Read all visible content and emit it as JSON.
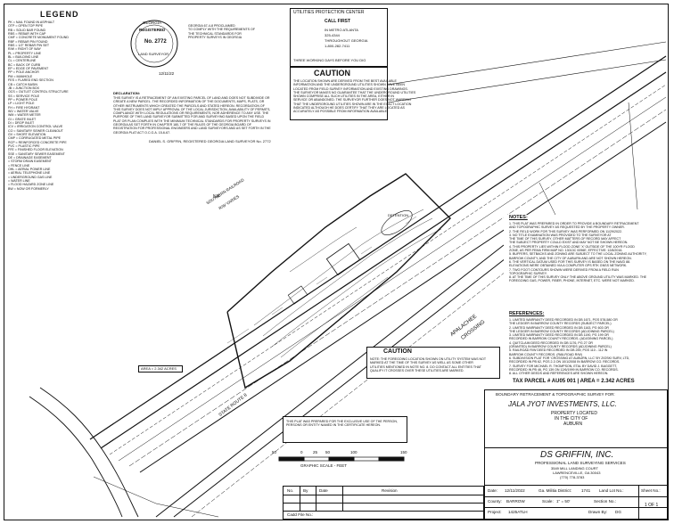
{
  "legend": {
    "title": "LEGEND",
    "items": [
      "PK = NAIL FOUND IN ASPHALT",
      "OTP = OPEN TOP PIPE",
      "RB = SOLID BAR FOUND",
      "RBS = REBAR WITH CAP",
      "CMF = CONCRETE MONUMENT FOUND",
      "RBF = REBAR PIN FOUND",
      "RBS = 1/2\" REBAR PIN SET",
      "R/W = RIGHT OF WAY",
      "PL = PROPERTY LINE",
      "BL = BUILDING LINE",
      "CL = CENTERLINE",
      "BC = BACK OF CURB",
      "EP = EDGE OF PAVEMENT",
      "PP = POLE ANCHOR",
      "PM = MANHOLE",
      "FES = FLARED END SECTION",
      "CB = CATCH BASIN",
      "JB = JUNCTION BOX",
      "OCS = OUTLET CONTROL STRUCTURE",
      "SS = SERVICE POLE",
      "PP = POWER POLE",
      "LP = LIGHT POLE",
      "FH = FIRE HYDRANT",
      "WV = WATER VALVE",
      "WM = WATER METER",
      "GI = GRATE INLET",
      "DI = DROP INLET",
      "ICV = IRRIGATION CONTROL VALVE",
      "CO = SANITARY SEWER CLEANOUT",
      "GV = SHORT ELEVATION",
      "CMP = CORRUGATED METAL PIPE",
      "RCP = REINFORCED CONCRETE PIPE",
      "PVC = PLASTIC PIPE",
      "FFE = FINISHED FLOOR ELEVATION",
      "SSE = SANITARY SEWER EASEMENT",
      "DE = DRAINAGE EASEMENT",
      "= STORM DRAIN EASEMENT",
      "= FENCE LINE",
      "OHL = AERIAL POWER LINE",
      "= AERIAL TELEPHONE LINE",
      "= UNDERGROUND GAS LINE",
      "= WATER LINE",
      "= FLOOD HAZARD ZONE LINE",
      "BW = NOW OR FORMERLY"
    ]
  },
  "seal": {
    "state": "GEORGIA",
    "registered": "REGISTERED",
    "number": "No. 2772",
    "title": "LAND SURVEYOR",
    "date": "12/11/22"
  },
  "upc": {
    "title": "UTILITIES PROTECTION CENTER",
    "subtitle": "CALL FIRST",
    "line1": "IN METRO ATLANTA",
    "phone1": "325-4344",
    "line2": "THROUGHOUT GEORGIA",
    "phone2": "1-800-282-7411",
    "footer": "THREE WORKING DAYS BEFORE YOU DIG"
  },
  "caution_top": {
    "title": "CAUTION",
    "text": [
      "THE LOCATION SHOWN ARE DERIVED FROM THE BEST AVAILABLE",
      "INFORMATION AND THE UNDERGROUND UTILITIES SHOWN HAVE BEEN",
      "LOCATED FROM FIELD SURVEY INFORMATION AND EXISTING DRAWINGS.",
      "THE SURVEYOR MAKES NO GUARANTEE THAT THE UNDERGROUND UTILITIES",
      "SHOWN COMPRISE ALL SUCH UTILITIES IN THE AREA, EITHER IN",
      "SERVICE OR ABANDONED. THE SURVEYOR FURTHER DOES NOT WARRANT",
      "THAT THE UNDERGROUND UTILITIES SHOWN ARE IN THE EXACT LOCATION",
      "INDICATED ALTHOUGH HE DOES CERTIFY THAT THEY ARE LOCATED AS",
      "ACCURATELY AS POSSIBLE FROM INFORMATION AVAILABLE."
    ]
  },
  "cert_top": [
    "GEORGIA 67-4-8 PROCLAIMED",
    "TO COMPLY WITH THE REQUIREMENTS OF",
    "THE TECHNICAL STANDARDS FOR",
    "PROPERTY SURVEYS IN GEORGIA"
  ],
  "declaration": {
    "title": "DECLARATION:",
    "lines": [
      "THIS SURVEY IS A RETRACEMENT OF AN EXISTING PARCEL OF LAND AND DOES NOT SUBDIVIDE OR",
      "CREATE A NEW PARCEL. THE RECORDED INFORMATION OF THE DOCUMENTS, MAPS, PLATS, OR",
      "OTHER INSTRUMENTS WHICH CREATED THE PARCELS AND STATED HEREON. RECORDATION OF",
      "THIS SURVEY DOES NOT IMPLY APPROVAL OF THE LOCAL JURISDICTION, AVAILABILITY OF PERMITS,",
      "COMPLIANCE WITH LOCAL REGULATIONS OR REQUIREMENTS, NOR ADHERENCE TO ANY USE. THE",
      "PURPOSE OF THIS LAND SURVEYOR SUBMITTED FOR AND SURVEYING BASED UPON THE FIELD",
      "PLAT OR PLAN COMPLIES WITH THE MINIMUM TECHNICAL STANDARDS FOR PROPERTY SURVEYS IN",
      "GEORGIA AS SET FORTH IN CHAPTER 180-7 OF THE RULES OF THE GEORGIA BOARD OF",
      "REGISTRATION FOR PROFESSIONAL ENGINEERS AND LAND SURVEYORS AND AS SET FORTH IN THE",
      "GEORGIA PLAT ACT O.C.G.A. 15-6-67."
    ],
    "signature": "DANIEL S. GRIFFIN, REGISTERED GEORGIA LAND SURVEYOR No. 2772"
  },
  "notes": {
    "title": "NOTES:",
    "items": [
      "1. THIS PLAT WAS PREPARED IN ORDER TO PROVIDE A BOUNDARY RETRACEMENT",
      "   AND TOPOGRAPHIC SURVEY AS REQUESTED BY THE PROPERTY OWNER.",
      "2. THE FIELD WORK FOR THIS SURVEY WAS PERFORMED ON 11/29/2022.",
      "3. NO TITLE EXAMINATION WAS PROVIDED TO THE SURVEYOR AT",
      "   THE TIME OF THIS SURVEY. OTHER MATTERS OF RECORD MAY AFFECT",
      "   THE SUBJECT PROPERTY COULD EXIST AND MAY NOT BE SHOWN HEREON.",
      "4. THIS PROPERTY LIES WITHIN FLOOD ZONE 'X' OUTSIDE OF THE 100YR FLOOD",
      "   ZONE, AS PER FEMA FIRM MAP NO. 13013C 0096E, EFFECTIVE: 12/8/2016.",
      "5. BUFFERS, SETBACKS AND ZONING ARE SUBJECT TO THE LOCAL ZONING AUTHORITY,",
      "   BARROW COUNTY, AND THE CITY OF AUBURN AND ARE NOT SHOWN HEREON.",
      "6. THE VERTICAL DATUM USED FOR THIS SURVEY IS BASED ON THE NAVD 88.",
      "   ELEVATIONS WERE OBTAINED VIA A COMPUTER GPS RTK GNSS NETWORK.",
      "7. TWO FOOT CONTOURS SHOWN WERE DERIVED FROM A FIELD RUN",
      "   TOPOGRAPHIC SURVEY.",
      "8. AT THE TIME OF THIS SURVEY ONLY THE ABOVE GROUND UTILITY WAS MARKED. THE",
      "   FOREGOING GAS, POWER, FIBER, PHONE, INTERNET, ETC. WERE NOT MARKED."
    ]
  },
  "caution_mid": {
    "title": "CAUTION",
    "text": [
      "NOTE: THE FOREGOING LOCATION SHOWN ON UTILITY SYSTEM WAS NOT",
      "MARKED AT THE TIME OF THIS SURVEY AS WELL AS SOME OTHER",
      "UTILITIES MENTIONED IN NOTE NO. 8. DO CONTACT ALL ENTITIES THAT",
      "QUALIFY IT CROSSES OVER THESE UTILITIES ARE MARKED."
    ]
  },
  "references": {
    "title": "REFERENCES:",
    "items": [
      "1. LIMITED WARRANTY DEED RECORDED IN DB 1671, PGS 578-580 OR",
      "   THE LEDGER IN BARROW COUNTY RECORDS (SUBJECT PARCEL)",
      "2. LIMITED WARRANTY DEED RECORDED IN DB 1163, PG 603 OR",
      "   THE LEDGER IN BARROW COUNTY RECORDS (ADJOINING PARCEL)",
      "3. LIMITED WARRANTY DEED RECORDED IN DB 1190, PG 199 OR",
      "   RECORDED IN BARROW COUNTY RECORDS. (ADJOINING PARCEL)",
      "4. QUITCLAIM DEED RECORDED IN DB 1176, PG 27 OR",
      "   (GRANTED) IN BARROW COUNTY RECORDS (ADJOINING PARCEL)",
      "5. RAILROAD R/W DEED RECORDED IN DB 259, PGS 110 - 112 IN",
      "   BARROW COUNTY RECORDS. (RAILROAD R/W)",
      "6. SUBDIVISION PLAT FOR 'CROSSING AT AUBURN, LLC' BY ZIOSKI SURV, LTD,",
      "   RECORDED IN PB 62, PGS 2-3 ON 10/1/2008 IN BARROW CO. RECORDS.",
      "7. SURVEY FOR MICHAEL R. THOMPSON, ETAL BY DAVID J. BAGGETT,",
      "   RECORDED IN PB 46, PG 139 ON 12/6/1999 IN BARROW CO. RECORDS.",
      "8. ALL OTHER DEEDS AND REFERENCES ARE SHOWN HEREON."
    ]
  },
  "tax_parcel": "TAX PARCEL # AU05 001 | AREA = 2.342 ACRES",
  "title_block": {
    "survey_type": "BOUNDARY RETRACEMENT & TOPOGRAPHIC SURVEY FOR:",
    "client": "JALA JYOT INVESTMENTS, LLC.",
    "located1": "PROPERTY LOCATED",
    "located2": "IN THE CITY OF",
    "city": "AUBURN",
    "firm": "DS GRIFFIN, INC.",
    "firm_sub": "PROFESSIONAL LAND SURVEYING SERVICES",
    "address1": "3549 MILL LANDING COURT",
    "address2": "LAWRENCEVILLE, GA 30043",
    "phone": "(770) 778-3783",
    "date_label": "Date:",
    "date_value": "12/11/2022",
    "gmd_label": "Ga. Militia District:",
    "gmd_value": "1741",
    "ll_label": "Land Lot No.:",
    "ll_value": "",
    "sheet_label": "Sheet No.:",
    "county_label": "County:",
    "county_value": "BARROW",
    "scale_label": "Scale:",
    "scale_value": "1\" = 50'",
    "section_label": "Section No.:",
    "project_label": "Project:",
    "project_value": "1425ATLH",
    "drawn_label": "Drawn By:",
    "drawn_value": "DG",
    "sheet_value": "1 OF 1"
  },
  "revision": {
    "no": "No.",
    "by": "By",
    "date": "Date",
    "revision": "Revision",
    "cadd": "Cadd File No.:"
  },
  "graphic_scale": {
    "label": "GRAPHIC SCALE - FEET",
    "ticks": [
      "50",
      "0",
      "25",
      "50",
      "100",
      "150"
    ]
  },
  "bottom_note": "THIS PLAT WAS PREPARED FOR THE EXCLUSIVE USE OF THE PERSON, PERSONS OR ENTITY NAMED IN THE CERTIFICATE HEREON.",
  "map_labels": {
    "railroad": "SOUTHERN RAILROAD",
    "railroad_rw": "R/W VARIES",
    "apalachee": "APALACHEE",
    "apalachee2": "CROSSING",
    "sr8": "STATE ROUTE 8",
    "area_box": "AREA = 2.342 ACRES",
    "detention": "DETENTION",
    "nf": "N/F"
  },
  "colors": {
    "ink": "#111111",
    "paper": "#ffffff"
  }
}
